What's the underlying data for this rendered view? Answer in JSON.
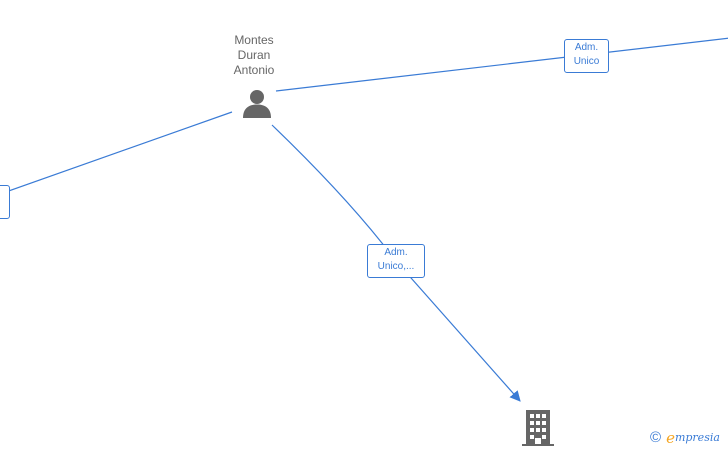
{
  "person": {
    "name_lines": [
      "Montes",
      "Duran",
      "Antonio"
    ],
    "icon": "person-icon"
  },
  "edges": [
    {
      "label_lines": [
        "Adm.",
        "Unico"
      ],
      "target": "offscreen-right"
    },
    {
      "label_lines": [
        "Adm.",
        "Unico,..."
      ],
      "target": "company-building"
    },
    {
      "label_lines": [
        "",
        ""
      ],
      "target": "offscreen-left"
    }
  ],
  "company": {
    "icon": "building-icon"
  },
  "watermark": {
    "copyright": "©",
    "brand_initial": "e",
    "brand_rest": "mpresia"
  },
  "colors": {
    "edge": "#3a7bd5",
    "node_icon": "#666666",
    "brand_accent": "#f5a623"
  }
}
